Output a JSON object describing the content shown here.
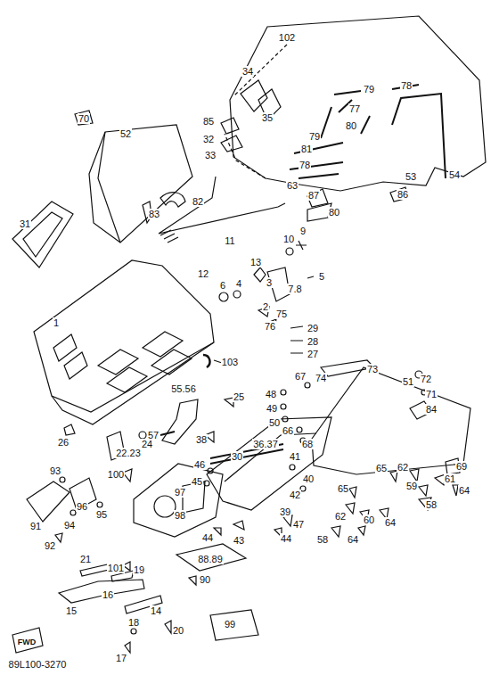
{
  "diagram": {
    "labels": [
      "102",
      "34",
      "79",
      "78",
      "85",
      "35",
      "77",
      "32",
      "33",
      "80",
      "79",
      "81",
      "78",
      "54",
      "53",
      "63",
      "87",
      "86",
      "80",
      "70",
      "52",
      "31",
      "82",
      "83",
      "10",
      "9",
      "11",
      "13",
      "3",
      "12",
      "7.8",
      "5",
      "6",
      "4",
      "2",
      "75",
      "76",
      "29",
      "28",
      "27",
      "1",
      "103",
      "67",
      "74",
      "73",
      "51",
      "72",
      "71",
      "84",
      "48",
      "49",
      "50",
      "66",
      "68",
      "55.56",
      "25",
      "26",
      "24",
      "22.23",
      "57",
      "38",
      "36.37",
      "41",
      "30",
      "100",
      "46",
      "45",
      "97",
      "69",
      "65",
      "62",
      "61",
      "64",
      "58",
      "59",
      "93",
      "91",
      "94",
      "95",
      "96",
      "98",
      "40",
      "42",
      "92",
      "44",
      "43",
      "39",
      "47",
      "44",
      "65",
      "62",
      "60",
      "64",
      "58",
      "64",
      "21",
      "101",
      "19",
      "88.89",
      "90",
      "16",
      "15",
      "99",
      "14",
      "18",
      "20",
      "17",
      "FWD",
      "89L100-3270"
    ]
  }
}
